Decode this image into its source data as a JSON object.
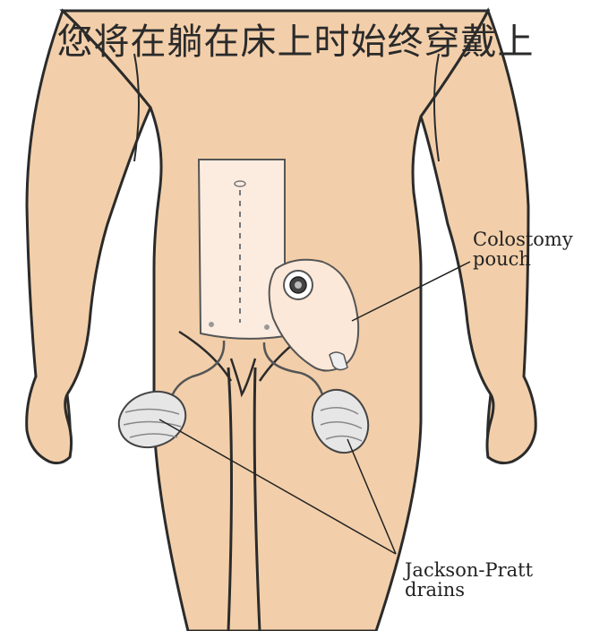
{
  "title": "您将在躺在床上时始终穿戴上",
  "labels": {
    "colostomy_line1": "Colostomy",
    "colostomy_line2": "pouch",
    "drains_line1": "Jackson-Pratt",
    "drains_line2": "drains"
  },
  "colors": {
    "skin": "#f2cfaa",
    "outline": "#2b2b2b",
    "dressing": "#fcece0",
    "pouch": "#fbe8d8",
    "drain": "#e6e6e6"
  }
}
